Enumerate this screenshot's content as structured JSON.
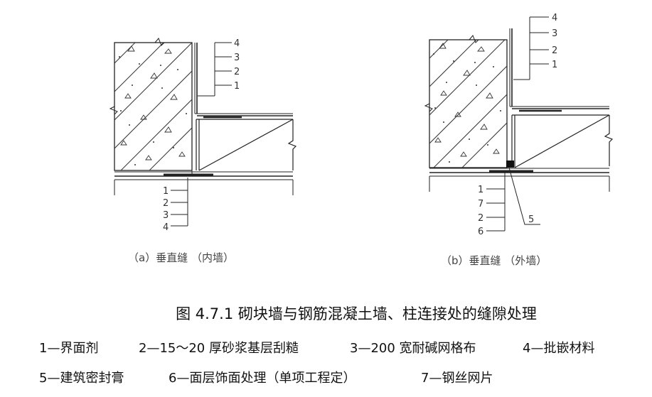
{
  "figure": {
    "panel_a": {
      "caption": "（a）垂直缝 （内墙）",
      "labels_top": [
        "4",
        "3",
        "2",
        "1"
      ],
      "labels_bottom": [
        "1",
        "2",
        "3",
        "4"
      ]
    },
    "panel_b": {
      "caption": "（b）垂直缝 （外墙）",
      "labels_top": [
        "4",
        "3",
        "2",
        "1"
      ],
      "labels_bottom": [
        "1",
        "7",
        "2",
        "6"
      ],
      "label_side": "5"
    },
    "title": "图 4.7.1 砌块墙与钢筋混凝土墙、柱连接处的缝隙处理"
  },
  "legend": {
    "row1": [
      "1—界面剂",
      "2—15～20 厚砂浆基层刮糙",
      "3—200 宽耐碱网格布",
      "4—批嵌材料"
    ],
    "row2": [
      "5—建筑密封膏",
      "6—面层饰面处理（单项工程定）",
      "7—钢丝网片"
    ]
  }
}
